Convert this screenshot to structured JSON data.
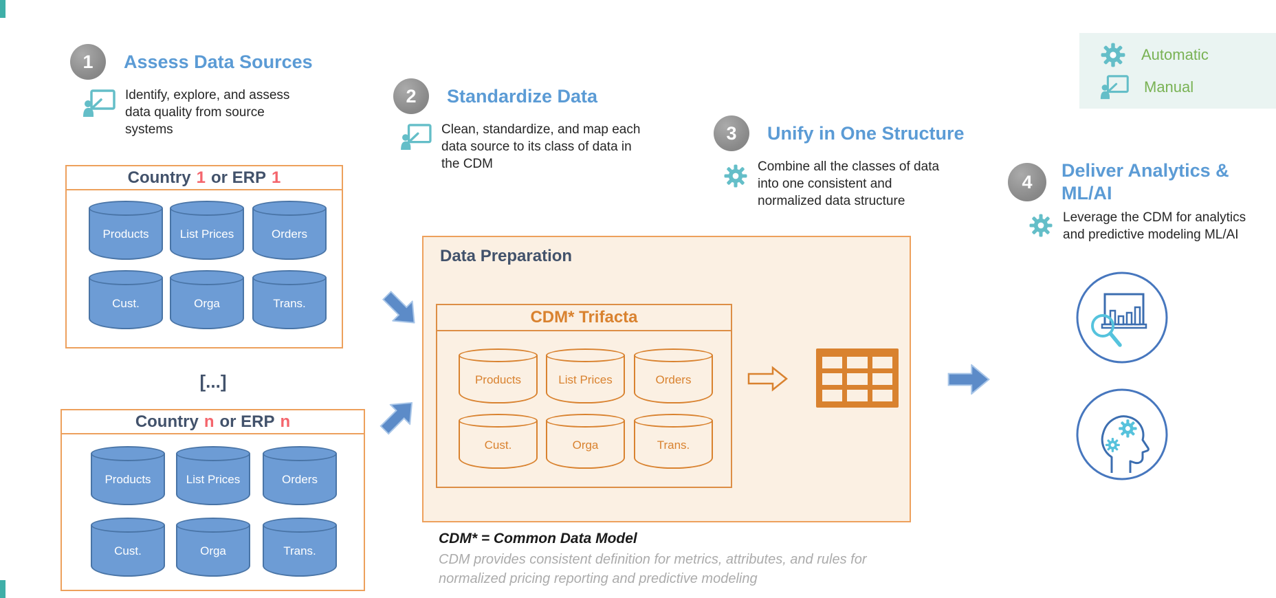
{
  "colors": {
    "accent_blue": "#5B9BD5",
    "navy": "#42526B",
    "red": "#F4656C",
    "orange": "#D9822F",
    "orange_border": "#EDA05C",
    "cream_fill": "#FBF0E3",
    "cylinder_blue": "#6D9CD5",
    "arrow_blue": "#5C8BC8",
    "teal_icon": "#64BEC8",
    "legend_green": "#79B254",
    "step_circle_gray": "#8A8A8A"
  },
  "legend": {
    "automatic_label": "Automatic",
    "manual_label": "Manual"
  },
  "steps": [
    {
      "num": "1",
      "mode": "manual",
      "title_lines": [
        "Assess Data Sources"
      ],
      "desc_lines": [
        "Identify, explore, and assess",
        "data quality from source",
        "systems"
      ]
    },
    {
      "num": "2",
      "mode": "manual",
      "title_lines": [
        "Standardize Data"
      ],
      "desc_lines": [
        "Clean, standardize, and map each",
        "data source to its class of data in",
        "the CDM"
      ]
    },
    {
      "num": "3",
      "mode": "automatic",
      "title_lines": [
        "Unify in One Structure"
      ],
      "desc_lines": [
        "Combine all the classes of data",
        "into one consistent and",
        "normalized data structure"
      ]
    },
    {
      "num": "4",
      "mode": "automatic",
      "title_lines": [
        "Deliver Analytics &",
        "ML/AI"
      ],
      "desc_lines": [
        "Leverage the CDM for analytics",
        "and predictive modeling ML/AI"
      ]
    }
  ],
  "source_box_1": {
    "word1": "Country",
    "num1": "1",
    "word2": "or ERP",
    "num2": "1"
  },
  "source_box_n": {
    "word1": "Country",
    "num1": "n",
    "word2": "or ERP",
    "num2": "n"
  },
  "ellipsis_label": "[...]",
  "datasets": [
    "Products",
    "List Prices",
    "Orders",
    "Cust.",
    "Orga",
    "Trans."
  ],
  "data_prep": {
    "title": "Data Preparation",
    "cdm_box_title": "CDM* Trifacta"
  },
  "footnote": {
    "title": "CDM* = Common Data Model",
    "line1": "CDM provides consistent definition for metrics, attributes, and rules for",
    "line2": "normalized pricing reporting and predictive modeling"
  }
}
